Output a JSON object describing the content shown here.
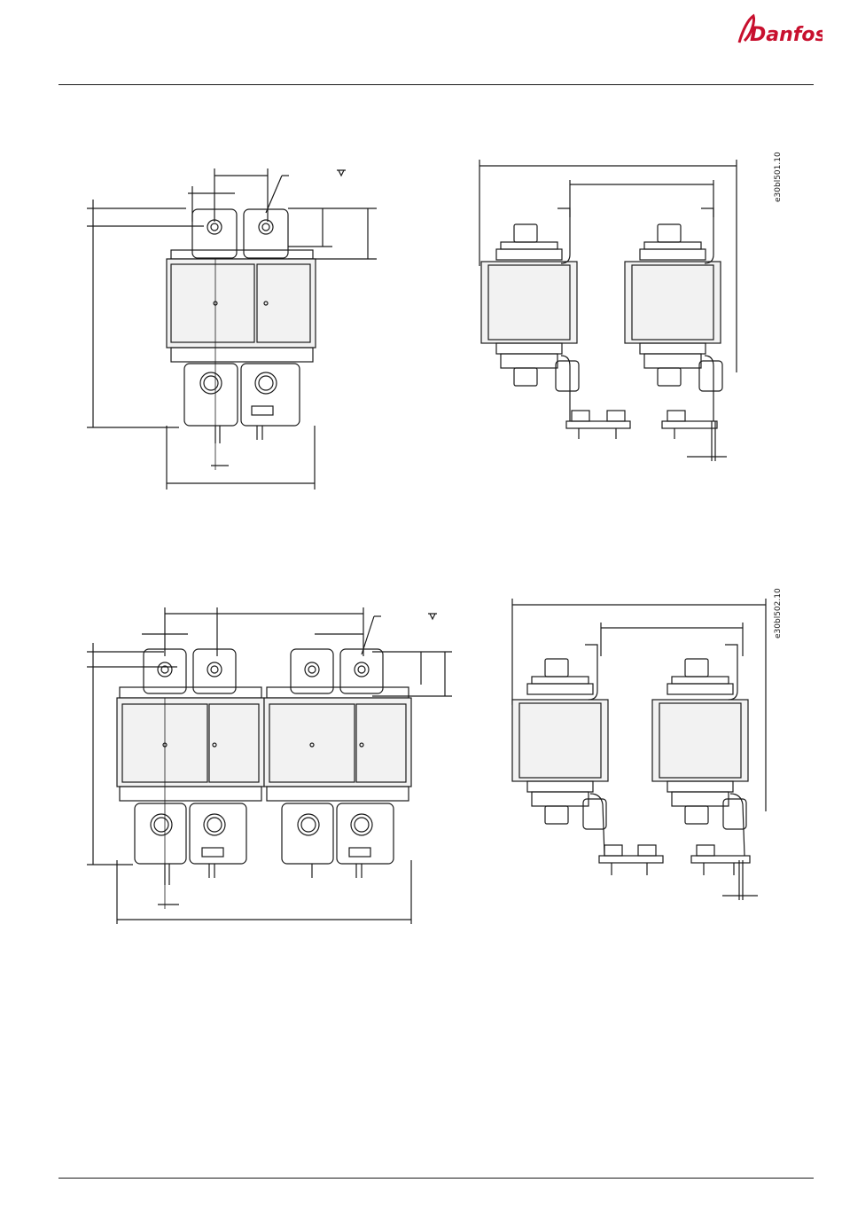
{
  "header": {
    "brand": "Danfoss",
    "logo_icon": "danfoss-script-logo"
  },
  "figures": [
    {
      "code": "e30bl501.10"
    },
    {
      "code": "e30bl502.10"
    }
  ],
  "colors": {
    "line": "#1a1a1a",
    "fill_shade": "#f2f2f2",
    "fill_dark": "#d9d9d9"
  }
}
